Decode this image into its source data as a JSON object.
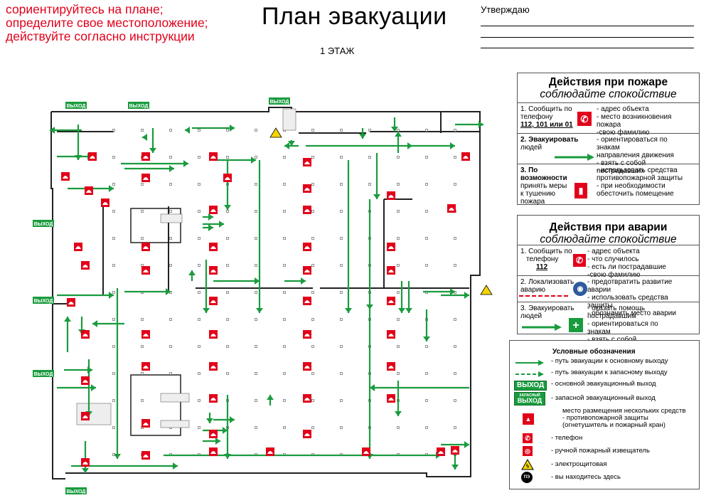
{
  "header": {
    "warning_lines": [
      "сориентируйтесь на плане;",
      "определите свое местоположение;",
      "действуйте согласно инструкции"
    ],
    "title": "План эвакуации",
    "floor": "1 ЭТАЖ",
    "approve_label": "Утверждаю"
  },
  "fire_box": {
    "title": "Действия при пожаре",
    "subtitle": "соблюдайте спокойствие",
    "step1_label_a": "1. Сообщить по",
    "step1_label_b": "телефону",
    "step1_label_c": "112, 101 или 01",
    "step1_text": [
      "- адрес объекта",
      "- место возникновения пожара",
      "-свою фамилию"
    ],
    "step2_label": [
      "2. Эвакуировать",
      "людей"
    ],
    "step2_text": [
      "- ориентироваться по знакам",
      "направления движения",
      "- взять с собой пострадавших"
    ],
    "step3_label": [
      "3. По возможности",
      "принять меры",
      "к тушению",
      "пожара"
    ],
    "step3_text": [
      "- использовать средства",
      "противопожарной защиты",
      "- при необходимости",
      "обесточить помещение"
    ]
  },
  "accident_box": {
    "title": "Действия при аварии",
    "subtitle": "соблюдайте спокойствие",
    "step1_label": [
      "1. Сообщить по",
      "телефону",
      "112"
    ],
    "step1_text": [
      "- адрес объекта",
      "- что случилось",
      "- есть ли пострадавшие",
      "-свою фамилию"
    ],
    "step2_label": [
      "2. Локализовать",
      "аварию"
    ],
    "step2_text": [
      "- предотвратить развитие аварии",
      "- использовать средства защиты",
      "- обозначить место аварии"
    ],
    "step3_label": [
      "3. Эвакуировать",
      "людей"
    ],
    "step3_text": [
      "- оказать помощь пострадавшим",
      "- ориентироваться по знакам",
      "- взять с собой пострадавших"
    ]
  },
  "legend": {
    "title": "Условные обозначения",
    "items": [
      "- путь эвакуации к основному выходу",
      "- путь эвакуации к запасному выходу",
      "- основной эвакуационный выход",
      "- запасной эвакуационный выход",
      "место размещения нескольких средств",
      "- противопожарной защиты",
      "(огнетушитель и пожарный кран)",
      "- телефон",
      "- ручной пожарный извещатель",
      "- электрощитовая",
      "- вы находитесь здесь"
    ],
    "exit_main": "ВЫХОД",
    "exit_spare_top": "ЗАПАСНЫЙ",
    "exit_spare": "ВЫХОД",
    "you_here": "ПЭ"
  },
  "plan": {
    "exit_label": "ВЫХОД"
  },
  "colors": {
    "red": "#e2001a",
    "green": "#1a9b3e"
  }
}
